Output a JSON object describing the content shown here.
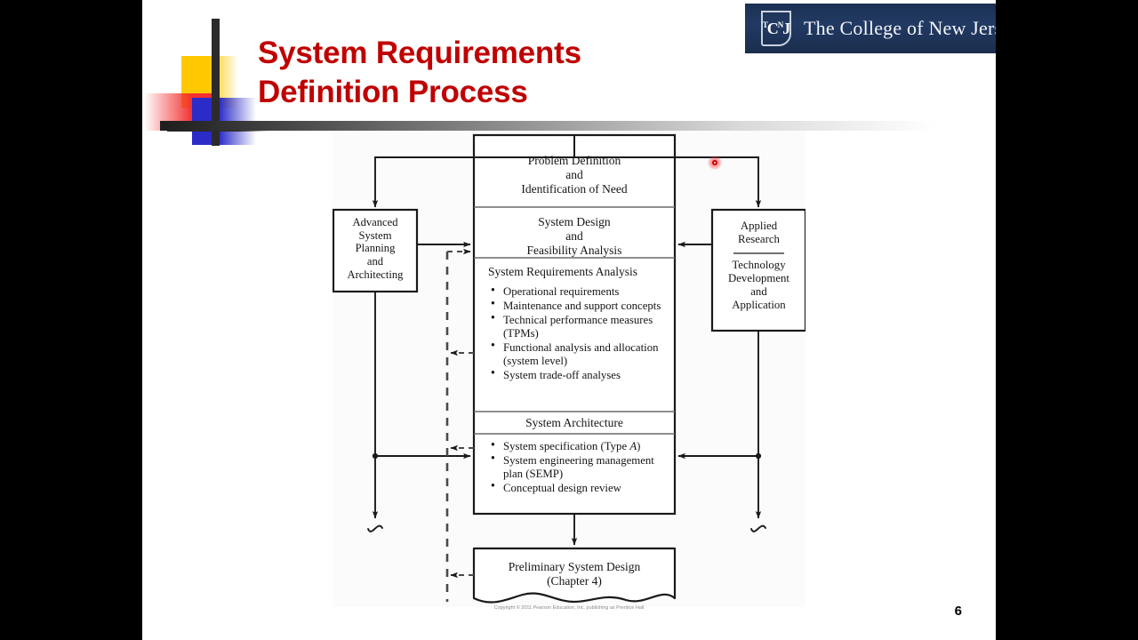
{
  "slide": {
    "title": "System Requirements\nDefinition Process",
    "page_number": "6",
    "title_color": "#C00000"
  },
  "logo": {
    "shield_mark": "TCNJ",
    "name": "The College of New Jersey",
    "background_color": "#1f3558"
  },
  "figure": {
    "copyright": "Copyright © 2011 Pearson Education, Inc. publishing as Prentice Hall",
    "boxes": {
      "problem_definition": "Problem Definition\nand\nIdentification of Need",
      "system_design": "System Design\nand\nFeasibility Analysis",
      "requirements_heading": "System Requirements Analysis",
      "architecture_heading": "System Architecture",
      "advanced_planning": "Advanced\nSystem\nPlanning\nand\nArchitecting",
      "applied_research_title": "Applied\nResearch",
      "applied_research_body": "Technology\nDevelopment\nand\nApplication",
      "preliminary_design": "Preliminary System Design\n(Chapter 4)"
    },
    "requirements_bullets": [
      "Operational requirements",
      "Maintenance and support concepts",
      "Technical performance measures (TPMs)",
      "Functional analysis and allocation (system level)",
      "System trade-off analyses"
    ],
    "architecture_bullets": [
      "System specification (Type A)",
      "System engineering management plan (SEMP)",
      "Conceptual design review"
    ]
  },
  "pointer": {
    "label": "laser-pointer-dot",
    "color": "#d00000"
  }
}
